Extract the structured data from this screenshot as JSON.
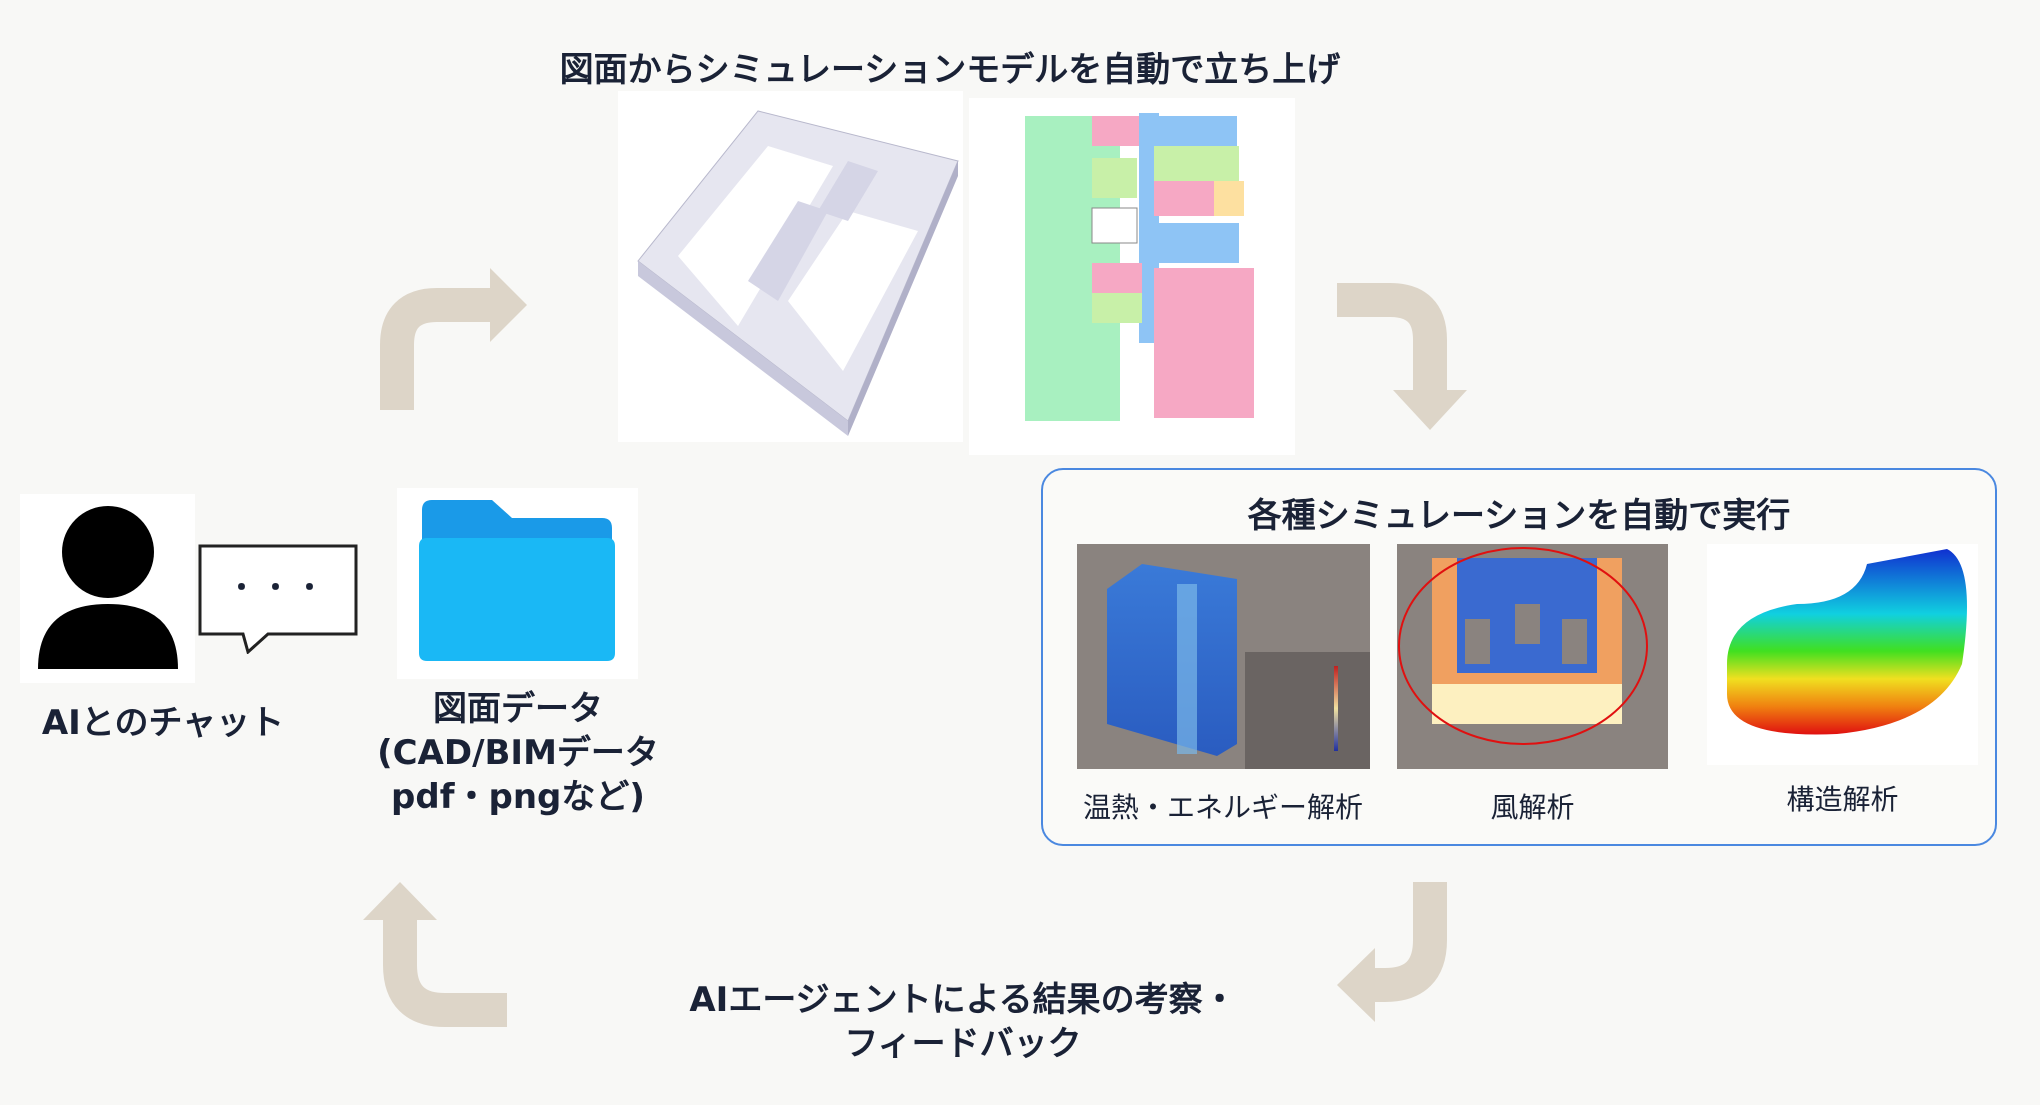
{
  "top": {
    "title": "図面からシミュレーションモデルを自動で立ち上げ"
  },
  "user": {
    "label": "AIとのチャット",
    "bubble": "・・・"
  },
  "drawing": {
    "line1": "図面データ",
    "line2": "(CAD/BIMデータ",
    "line3": "pdf・pngなど)"
  },
  "simulation": {
    "title": "各種シミュレーションを自動で実行",
    "items": [
      {
        "label": "温熱・エネルギー解析"
      },
      {
        "label": "風解析"
      },
      {
        "label": "構造解析"
      }
    ]
  },
  "feedback": {
    "line1": "AIエージェントによる結果の考察・",
    "line2": "フィードバック"
  },
  "colors": {
    "arrow": "#ddd5c8",
    "box_border": "#4a88e0",
    "folder": "#1ab8f5",
    "text": "#1a2236"
  }
}
